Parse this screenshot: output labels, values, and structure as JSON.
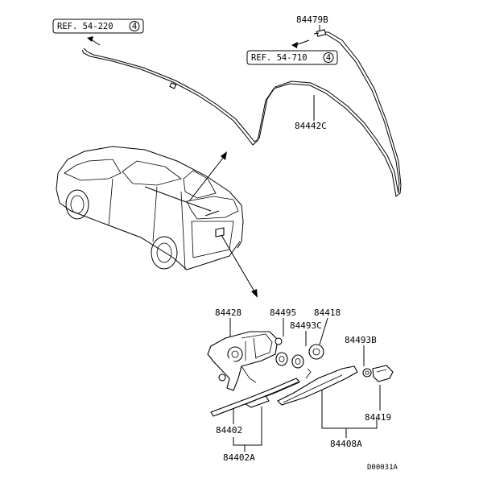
{
  "diagram": {
    "refs": [
      {
        "text": "REF. 54-220",
        "num": "4"
      },
      {
        "text": "REF. 54-710",
        "num": "4"
      }
    ],
    "labels": {
      "p84479B": "84479B",
      "p84442C": "84442C",
      "p84428": "84428",
      "p84495": "84495",
      "p84418": "84418",
      "p84493C": "84493C",
      "p84493B": "84493B",
      "p84419": "84419",
      "p84402": "84402",
      "p84402A": "84402A",
      "p84408A": "84408A"
    },
    "code": "D00031A"
  }
}
